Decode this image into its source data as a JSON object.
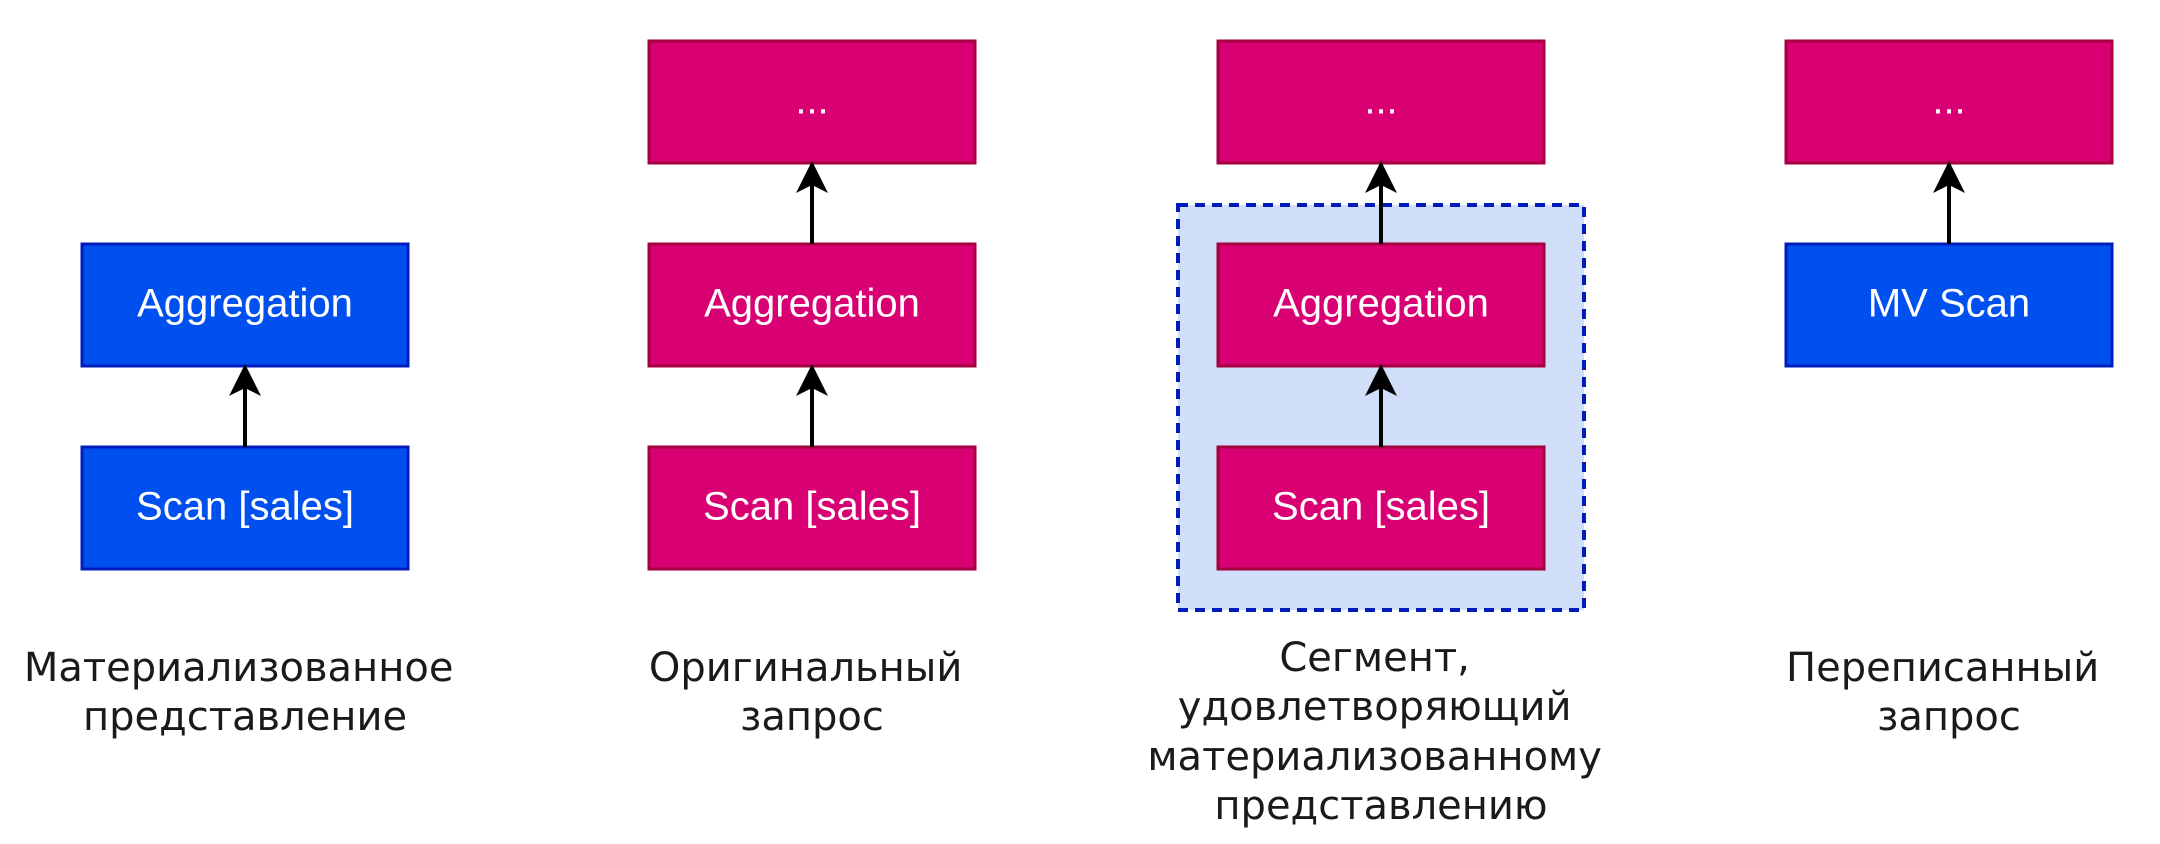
{
  "colors": {
    "blue_fill": "#0050EF",
    "blue_stroke": "#001DBC",
    "magenta_fill": "#D80073",
    "magenta_stroke": "#A50040",
    "segment_fill": "#D0DEFA",
    "segment_stroke": "#001DBC",
    "arrow": "#000000",
    "caption_text": "#1A1A1A"
  },
  "columns": {
    "materialized_view": {
      "aggregation": "Aggregation",
      "scan": "Scan [sales]",
      "caption": [
        "Материализованное",
        "представление"
      ]
    },
    "original_query": {
      "top": "...",
      "aggregation": "Aggregation",
      "scan": "Scan [sales]",
      "caption": [
        "Оригинальный",
        "запрос"
      ]
    },
    "matching_segment": {
      "top": "...",
      "aggregation": "Aggregation",
      "scan": "Scan [sales]",
      "caption": [
        "Сегмент,",
        "удовлетворяющий",
        "материализованному",
        "представлению"
      ]
    },
    "rewritten_query": {
      "top": "...",
      "mv_scan": "MV Scan",
      "caption": [
        "Переписанный",
        "запрос"
      ]
    }
  }
}
